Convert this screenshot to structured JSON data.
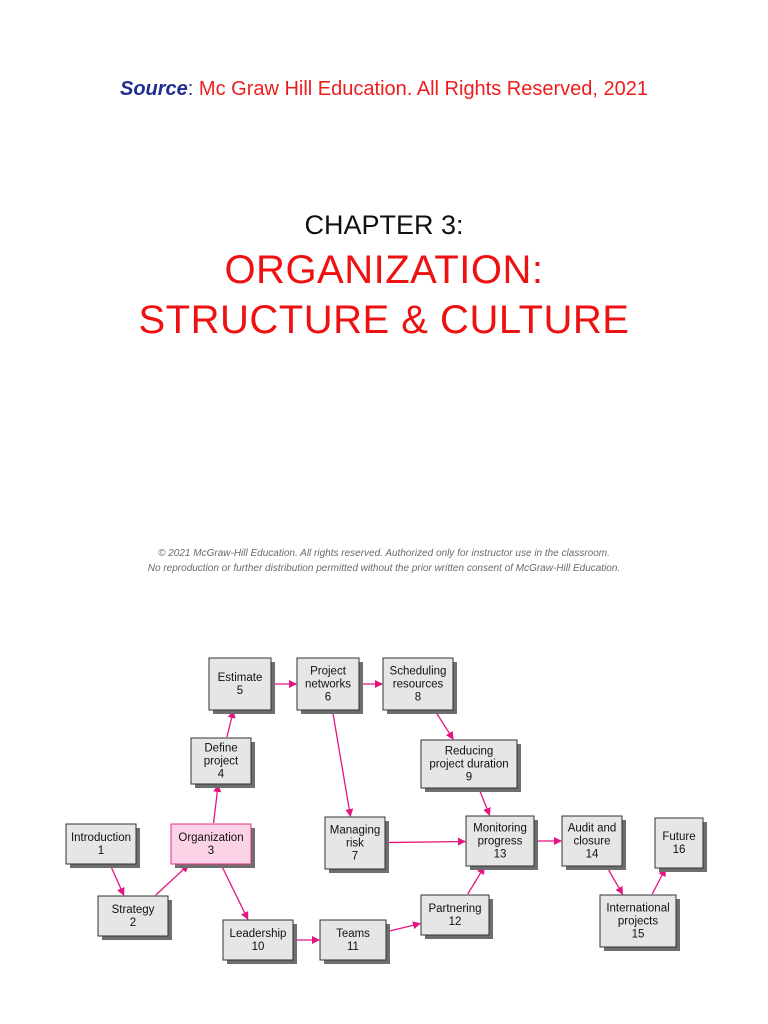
{
  "header": {
    "source_label": "Source",
    "source_colon": ":",
    "source_text": " Mc Graw Hill Education. All Rights Reserved, 2021"
  },
  "chapter": {
    "label": "CHAPTER 3:",
    "title_line1": "ORGANIZATION:",
    "title_line2": "STRUCTURE & CULTURE"
  },
  "copyright": {
    "line1": "© 2021 McGraw-Hill Education. All rights reserved. Authorized only for instructor use in the classroom.",
    "line2": "No reproduction or further distribution permitted without the prior written consent of McGraw-Hill Education."
  },
  "colors": {
    "source_label": "#1f2f8f",
    "source_text": "#ee1c1c",
    "title": "#ee1111",
    "arrow": "#e4157f",
    "highlight_fill": "#fbd2e6"
  },
  "diagram": {
    "nodes": [
      {
        "id": "n1",
        "lines": [
          "Introduction"
        ],
        "number": "1"
      },
      {
        "id": "n2",
        "lines": [
          "Strategy"
        ],
        "number": "2"
      },
      {
        "id": "n3",
        "lines": [
          "Organization"
        ],
        "number": "3",
        "highlight": true
      },
      {
        "id": "n4",
        "lines": [
          "Define",
          "project"
        ],
        "number": "4"
      },
      {
        "id": "n5",
        "lines": [
          "Estimate"
        ],
        "number": "5"
      },
      {
        "id": "n6",
        "lines": [
          "Project",
          "networks"
        ],
        "number": "6"
      },
      {
        "id": "n7",
        "lines": [
          "Managing",
          "risk"
        ],
        "number": "7"
      },
      {
        "id": "n8",
        "lines": [
          "Scheduling",
          "resources"
        ],
        "number": "8"
      },
      {
        "id": "n9",
        "lines": [
          "Reducing",
          "project duration"
        ],
        "number": "9"
      },
      {
        "id": "n10",
        "lines": [
          "Leadership"
        ],
        "number": "10"
      },
      {
        "id": "n11",
        "lines": [
          "Teams"
        ],
        "number": "11"
      },
      {
        "id": "n12",
        "lines": [
          "Partnering"
        ],
        "number": "12"
      },
      {
        "id": "n13",
        "lines": [
          "Monitoring",
          "progress"
        ],
        "number": "13"
      },
      {
        "id": "n14",
        "lines": [
          "Audit and",
          "closure"
        ],
        "number": "14"
      },
      {
        "id": "n15",
        "lines": [
          "International",
          "projects"
        ],
        "number": "15"
      },
      {
        "id": "n16",
        "lines": [
          "Future"
        ],
        "number": "16"
      }
    ],
    "edges": [
      {
        "from": "n1",
        "to": "n2"
      },
      {
        "from": "n2",
        "to": "n3"
      },
      {
        "from": "n3",
        "to": "n4"
      },
      {
        "from": "n4",
        "to": "n5"
      },
      {
        "from": "n5",
        "to": "n6"
      },
      {
        "from": "n6",
        "to": "n8"
      },
      {
        "from": "n6",
        "to": "n7"
      },
      {
        "from": "n8",
        "to": "n9"
      },
      {
        "from": "n9",
        "to": "n13"
      },
      {
        "from": "n7",
        "to": "n13"
      },
      {
        "from": "n3",
        "to": "n10"
      },
      {
        "from": "n10",
        "to": "n11"
      },
      {
        "from": "n11",
        "to": "n12"
      },
      {
        "from": "n12",
        "to": "n13"
      },
      {
        "from": "n13",
        "to": "n14"
      },
      {
        "from": "n14",
        "to": "n15"
      },
      {
        "from": "n15",
        "to": "n16"
      }
    ]
  }
}
